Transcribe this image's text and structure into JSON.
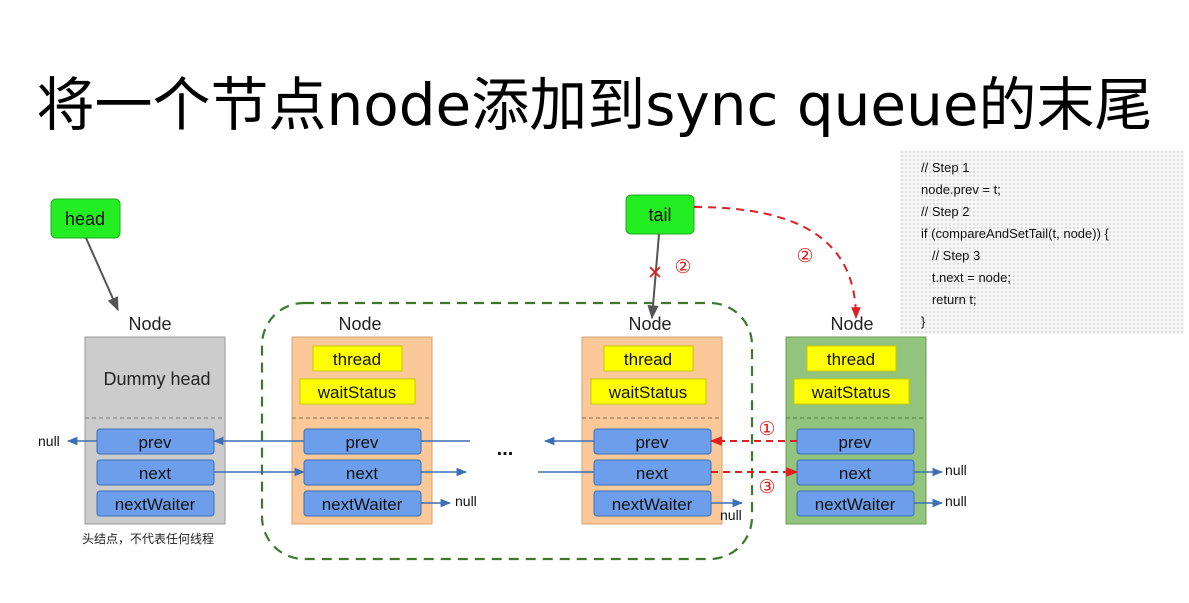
{
  "title": "将一个节点node添加到sync queue的末尾",
  "code_lines": [
    "// Step 1",
    "node.prev = t;",
    "// Step 2",
    "if (compareAndSetTail(t, node)) {",
    "   // Step 3",
    "   t.next = node;",
    "   return t;",
    "}"
  ],
  "pointers": {
    "head": "head",
    "tail": "tail"
  },
  "node_label": "Node",
  "dummy": {
    "label": "Dummy head",
    "fields": [
      "prev",
      "next",
      "nextWaiter"
    ],
    "caption": "头结点，不代表任何线程"
  },
  "nodes": [
    {
      "id": "node-1",
      "fields": [
        "thread",
        "waitStatus",
        "prev",
        "next",
        "nextWaiter"
      ]
    },
    {
      "id": "node-2",
      "fields": [
        "thread",
        "waitStatus",
        "prev",
        "next",
        "nextWaiter"
      ]
    },
    {
      "id": "new-node",
      "fields": [
        "thread",
        "waitStatus",
        "prev",
        "next",
        "nextWaiter"
      ]
    }
  ],
  "null_label": "null",
  "ellipsis": "...",
  "step_marks": {
    "step1": "①",
    "step2": "②",
    "step3": "③",
    "cross": "✕"
  },
  "colors": {
    "pointer_green": "#22ee22",
    "dummy_gray": "#cccccc",
    "node_orange": "#fbc89a",
    "node_green": "#93c47d",
    "field_yellow": "#ffff00",
    "field_blue": "#6d9eeb",
    "arrow_blue": "#3d6fb5",
    "red": "#e02020",
    "dashed_group": "#3a7a2a"
  }
}
